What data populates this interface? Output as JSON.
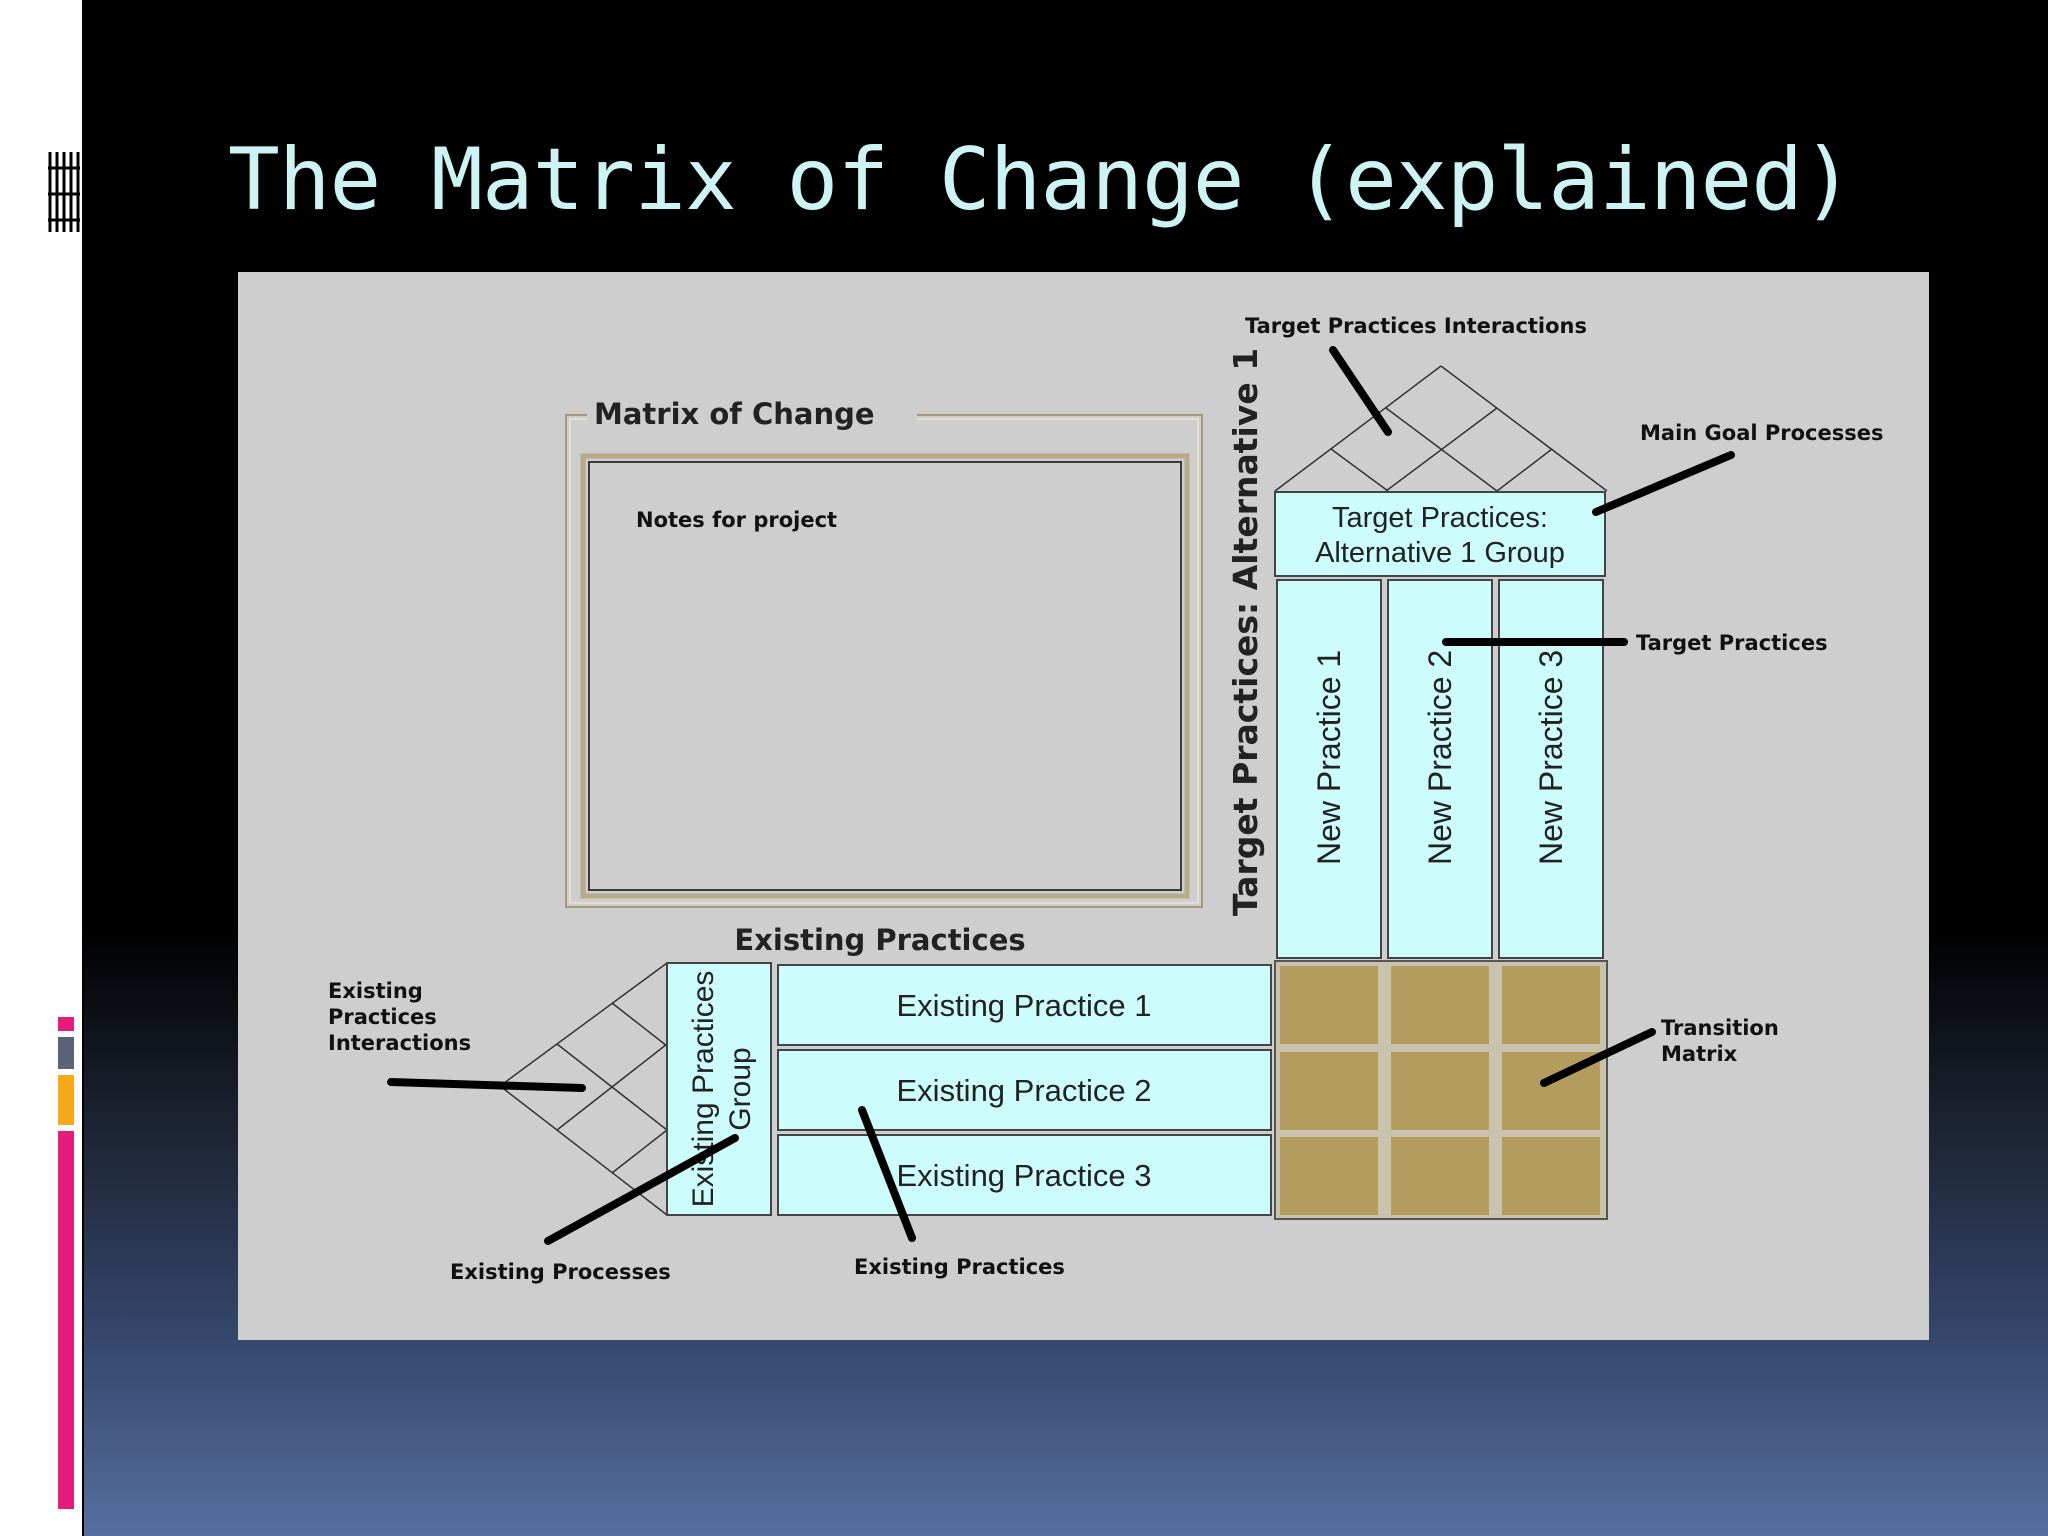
{
  "slide": {
    "title": "The Matrix of Change (explained)"
  },
  "matrix_box": {
    "legend": "Matrix of Change",
    "notes_label": "Notes for project"
  },
  "target": {
    "vertical_heading": "Target Practices: Alternative 1",
    "group_line1": "Target Practices:",
    "group_line2": "Alternative 1 Group",
    "practices": [
      "New Practice 1",
      "New Practice 2",
      "New Practice 3"
    ]
  },
  "existing": {
    "heading": "Existing Practices",
    "group_line1": "Existing Practices",
    "group_line2": "Group",
    "practices": [
      "Existing Practice 1",
      "Existing Practice 2",
      "Existing Practice 3"
    ]
  },
  "callouts": {
    "target_interactions": "Target Practices Interactions",
    "main_goal": "Main Goal Processes",
    "target_practices": "Target Practices",
    "existing_interactions_1": "Existing",
    "existing_interactions_2": "Practices",
    "existing_interactions_3": "Interactions",
    "transition_1": "Transition",
    "transition_2": "Matrix",
    "existing_processes": "Existing Processes",
    "existing_practices": "Existing Practices"
  },
  "colors": {
    "cyan_cell": "#ccfcfc",
    "tan_cell": "#b39c5e",
    "panel": "#cecece",
    "title": "#cdf3f5",
    "accent_pink": "#e41c7b",
    "accent_orange": "#f7a81b",
    "accent_slate": "#5a6478"
  }
}
